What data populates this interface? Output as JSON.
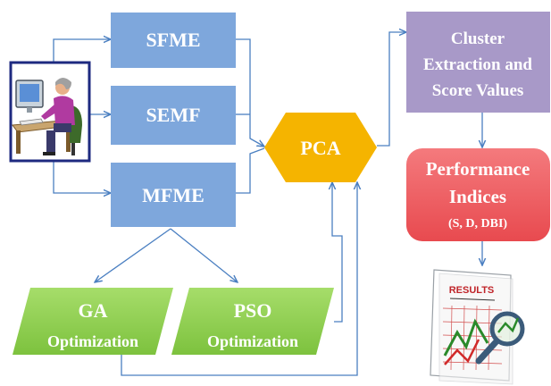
{
  "nodes": {
    "sfme": "SFME",
    "semf": "SEMF",
    "mfme": "MFME",
    "pca": "PCA",
    "cluster": [
      "Cluster",
      "Extraction and",
      "Score Values"
    ],
    "performance": [
      "Performance",
      "Indices",
      "(S, D, DBI)"
    ],
    "ga": [
      "GA",
      "Optimization"
    ],
    "pso": [
      "PSO",
      "Optimization"
    ],
    "results_doc": "RESULTS"
  },
  "icons": {
    "user": "person-at-computer-icon",
    "results": "results-report-magnifier-icon"
  },
  "colors": {
    "box_blue": "#7ea7dc",
    "pca_orange": "#f5b400",
    "cluster_purple": "#a899c8",
    "performance_red": "#ef5a5e",
    "optimization_green": "#8ccf4c",
    "arrow_blue": "#4a7fc1"
  }
}
